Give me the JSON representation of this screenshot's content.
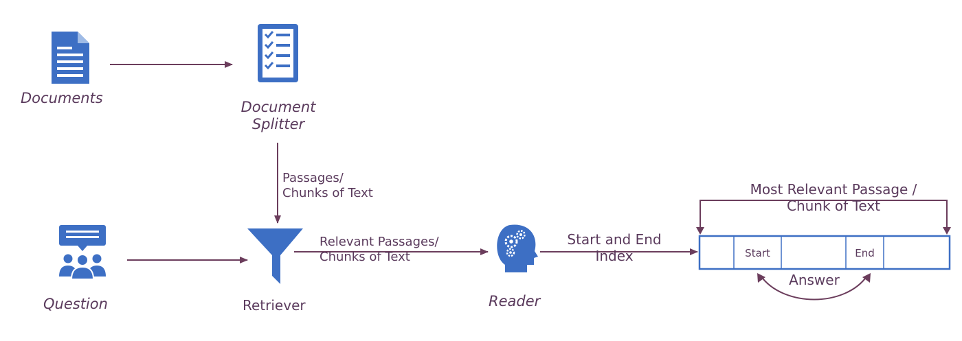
{
  "colors": {
    "icon": "#3d6fc4",
    "arrow": "#6b3d5c",
    "text": "#5a3a5c"
  },
  "nodes": {
    "documents": {
      "label": "Documents",
      "icon": "document-icon"
    },
    "splitter": {
      "label_line1": "Document",
      "label_line2": "Splitter",
      "icon": "checklist-icon"
    },
    "question": {
      "label": "Question",
      "icon": "people-chat-icon"
    },
    "retriever": {
      "label": "Retriever",
      "icon": "funnel-icon"
    },
    "reader": {
      "label": "Reader",
      "icon": "head-gears-icon"
    }
  },
  "edges": {
    "splitter_to_retriever_line1": "Passages/",
    "splitter_to_retriever_line2": "Chunks of Text",
    "retriever_to_reader_line1": "Relevant Passages/",
    "retriever_to_reader_line2": "Chunks of Text",
    "reader_to_passage_line1": "Start and End",
    "reader_to_passage_line2": "Index"
  },
  "passage": {
    "title_line1": "Most Relevant Passage /",
    "title_line2": "Chunk of Text",
    "start_label": "Start",
    "end_label": "End",
    "answer_label": "Answer"
  }
}
